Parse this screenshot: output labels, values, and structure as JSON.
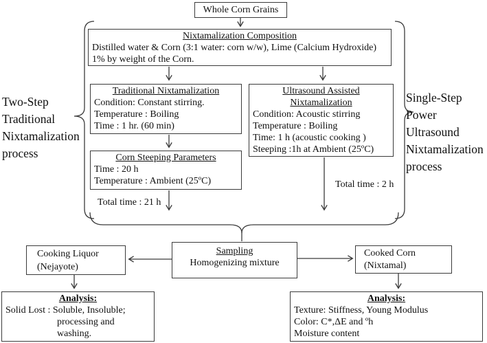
{
  "diagram": {
    "whole_corn": "Whole Corn Grains",
    "composition": {
      "title": "Nixtamalization Composition",
      "line1": "Distilled water & Corn (3:1 water: corn w/w), Lime (Calcium Hydroxide)",
      "line2": "1% by weight of the Corn."
    },
    "traditional": {
      "title": "Traditional Nixtamalization",
      "lines": [
        "Condition: Constant stirring.",
        "Temperature : Boiling",
        "Time : 1 hr. (60 min)"
      ]
    },
    "ultrasound": {
      "title1": "Ultrasound Assisted",
      "title2": "Nixtamalization",
      "lines": [
        "Condition: Acoustic stirring",
        "Temperature : Boiling",
        "Time: 1 h (acoustic cooking )",
        "Steeping :1h at Ambient (25ºC)"
      ]
    },
    "steeping": {
      "title": "Corn Steeping Parameters",
      "lines": [
        "Time : 20 h",
        "Temperature : Ambient (25ºC)"
      ]
    },
    "total_left": "Total time : 21 h",
    "total_right": "Total time : 2 h",
    "process_left": {
      "lines": [
        "Two-Step",
        "Traditional",
        "Nixtamalization",
        "process"
      ]
    },
    "process_right": {
      "lines": [
        "Single-Step",
        "Power",
        "Ultrasound",
        "Nixtamalization",
        "process"
      ]
    },
    "sampling": {
      "title": "Sampling",
      "line1": "Homogenizing mixture"
    },
    "cooking_liquor": {
      "line1": "Cooking Liquor",
      "line2": "(Nejayote)"
    },
    "cooked_corn": {
      "line1": "Cooked Corn",
      "line2": "(Nixtamal)"
    },
    "analysis_left": {
      "title": "Analysis:",
      "line1": "Solid Lost : Soluble, Insoluble;",
      "line2": "processing and",
      "line3": "washing."
    },
    "analysis_right": {
      "title": "Analysis:",
      "lines": [
        "Texture: Stiffness, Young Modulus",
        "Color: C*,ΔE and ºh",
        "Moisture content"
      ]
    }
  },
  "colors": {
    "line": "#3a3a3a",
    "text": "#101010",
    "background": "#ffffff"
  }
}
